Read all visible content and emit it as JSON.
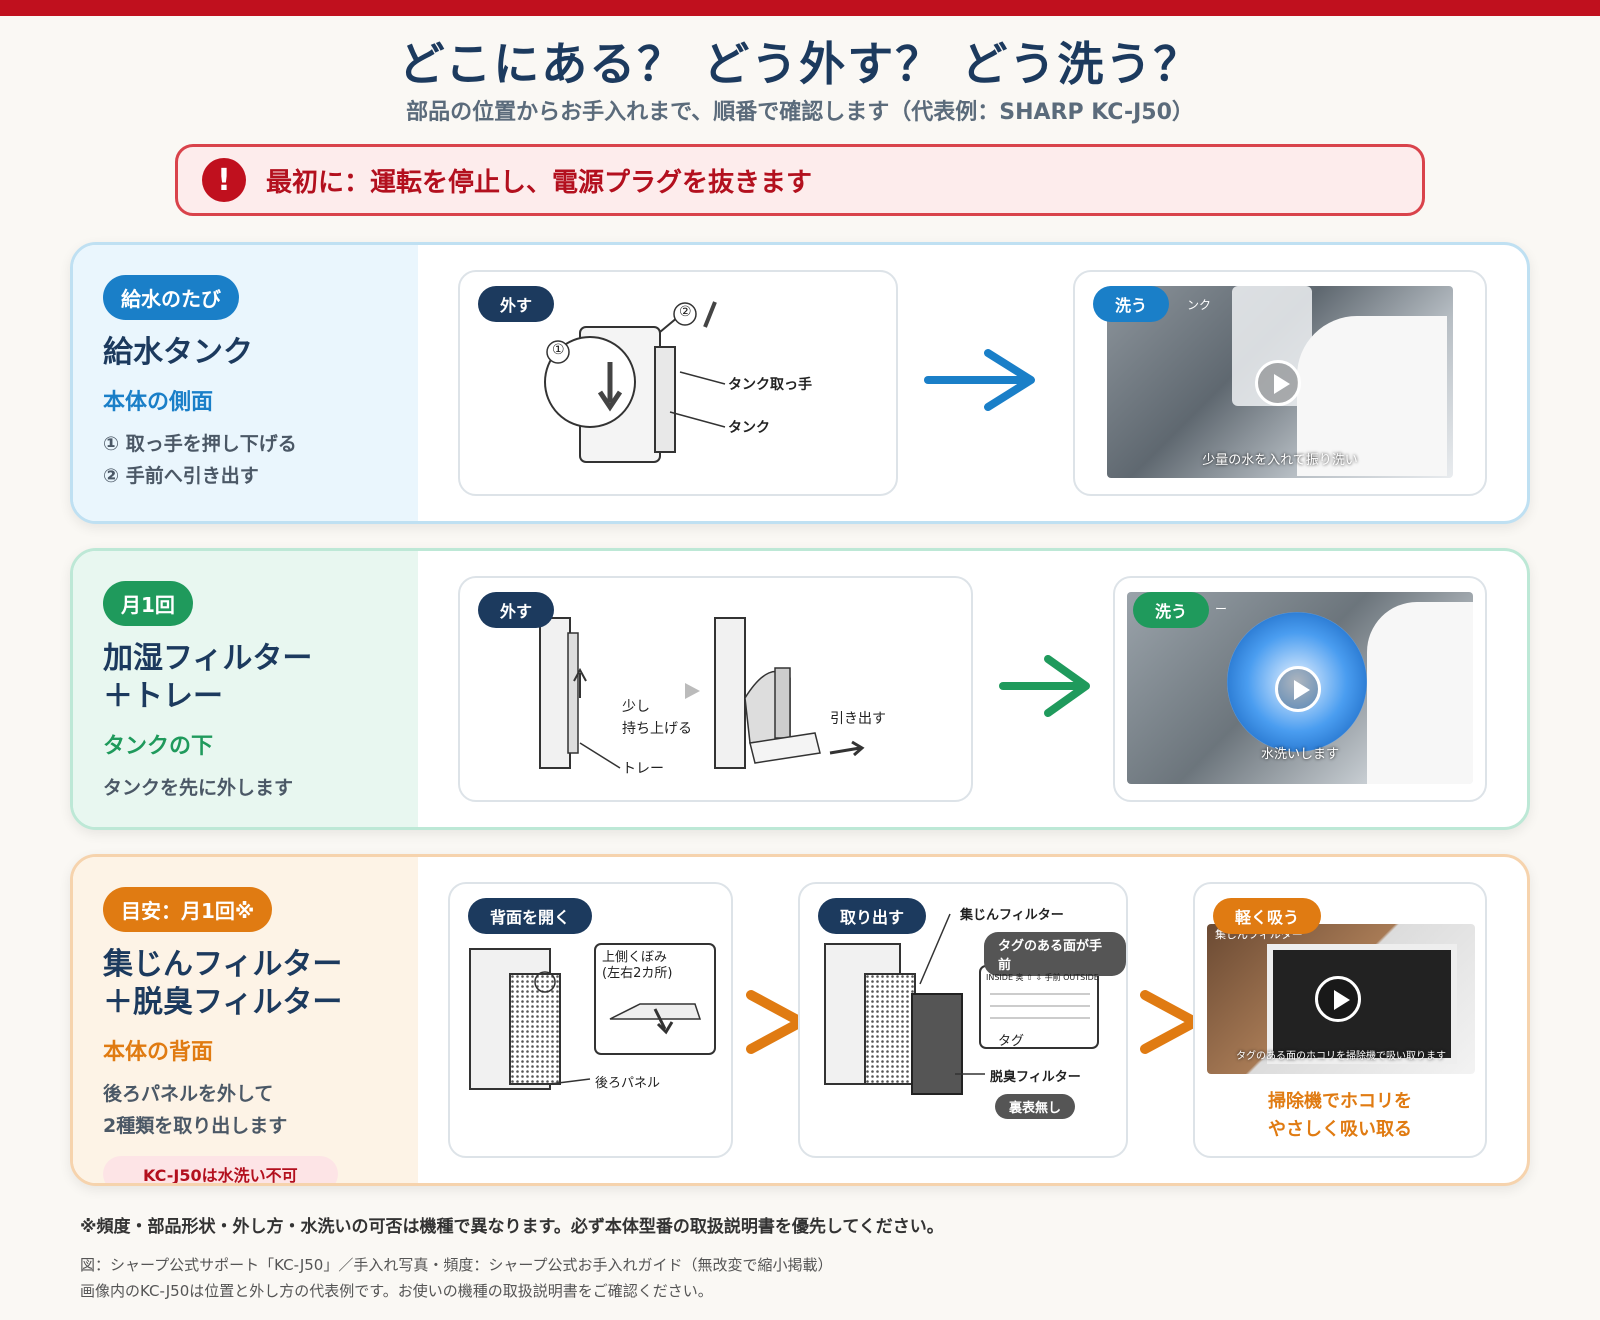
{
  "header": {
    "title": "どこにある？ どう外す？ どう洗う？",
    "subtitle": "部品の位置からお手入れまで、順番で確認します（代表例：SHARP KC-J50）"
  },
  "warning": {
    "icon": "exclamation-icon",
    "text": "最初に：運転を停止し、電源プラグを抜きます"
  },
  "colors": {
    "brand_red": "#c0101e",
    "blue": "#1a7fc8",
    "green": "#1f9a5c",
    "orange": "#e07b12",
    "navy": "#1c3a5e"
  },
  "sections": [
    {
      "frequency": "給水のたび",
      "part": "給水タンク",
      "location": "本体の側面",
      "steps": [
        "① 取っ手を押し下げる",
        "② 手前へ引き出す"
      ],
      "remove_card": {
        "tag": "外す",
        "labels": {
          "n1": "①",
          "n2": "②",
          "handle": "タンク取っ手",
          "tank": "タンク"
        }
      },
      "wash_card": {
        "tag": "洗う",
        "overlay": "ンク",
        "caption": "少量の水を入れて振り洗い"
      }
    },
    {
      "frequency": "月1回",
      "part_line1": "加湿フィルター",
      "part_line2": "＋トレー",
      "location": "タンクの下",
      "note": "タンクを先に外します",
      "remove_card": {
        "tag": "外す",
        "labels": {
          "lift1": "少し",
          "lift2": "持ち上げる",
          "tray": "トレー",
          "pull": "引き出す"
        }
      },
      "wash_card": {
        "tag": "洗う",
        "overlay": "ー",
        "caption": "水洗いします"
      }
    },
    {
      "frequency": "目安：月1回※",
      "part_line1": "集じんフィルター",
      "part_line2": "＋脱臭フィルター",
      "location": "本体の背面",
      "note_line1": "後ろパネルを外して",
      "note_line2": "2種類を取り出します",
      "badge": "KC-J50は水洗い不可",
      "open_card": {
        "tag": "背面を開く",
        "labels": {
          "hollow1": "上側くぼみ",
          "hollow2": "(左右2カ所)",
          "panel": "後ろパネル"
        }
      },
      "takeout_card": {
        "tag": "取り出す",
        "labels": {
          "dust": "集じんフィルター",
          "dust_chip": "タグのある面が手前",
          "inside": "INSIDE 奥 ⇧ ⇩ 手前 OUTSIDE",
          "tagword": "タグ",
          "deodor": "脱臭フィルター",
          "deodor_chip": "裏表無し"
        }
      },
      "vacuum_card": {
        "tag": "軽く吸う",
        "overlay": "集じんフィルター",
        "photo_caption": "タグのある面のホコリを掃除機で吸い取ります",
        "caption_line1": "掃除機でホコリを",
        "caption_line2": "やさしく吸い取る"
      }
    }
  ],
  "footer": {
    "note": "※頻度・部品形状・外し方・水洗いの可否は機種で異なります。必ず本体型番の取扱説明書を優先してください。",
    "credit1": "図：シャープ公式サポート「KC-J50」／手入れ写真・頻度：シャープ公式お手入れガイド（無改変で縮小掲載）",
    "credit2": "画像内のKC-J50は位置と外し方の代表例です。お使いの機種の取扱説明書をご確認ください。"
  }
}
